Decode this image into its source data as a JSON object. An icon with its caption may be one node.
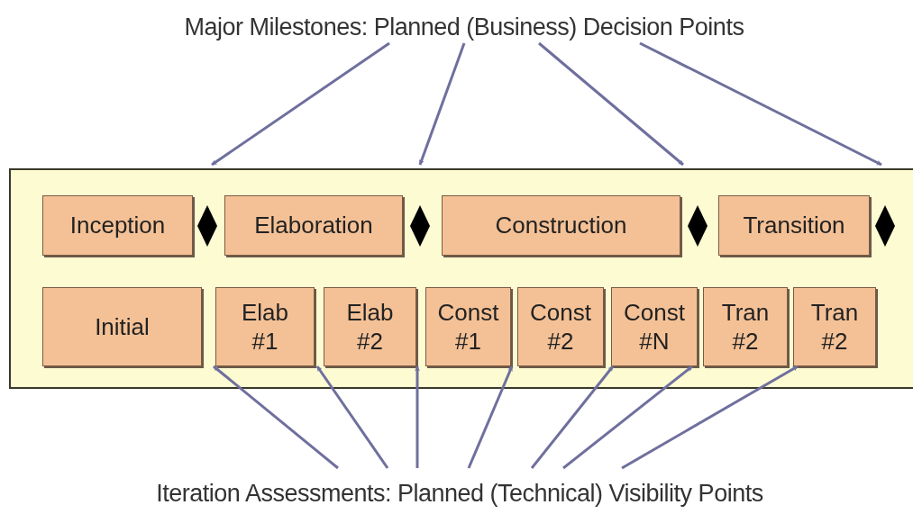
{
  "diagram": {
    "nodes": [
      {
        "text": [
          "Major Milestones: Planned (Business) Decision Points"
        ]
      },
      {
        "text": [],
        "shape": "box"
      },
      {
        "text": [
          "Inception"
        ],
        "in": 1
      },
      {
        "text": [],
        "shape": "diamond",
        "in": 1
      },
      {
        "text": [
          "Elaboration"
        ],
        "in": 1
      },
      {
        "text": [],
        "shape": "diamond",
        "in": 1
      },
      {
        "text": [
          "Construction"
        ],
        "in": 1
      },
      {
        "text": [],
        "shape": "diamond",
        "in": 1
      },
      {
        "text": [
          "Transition"
        ],
        "in": 1
      },
      {
        "text": [],
        "shape": "diamond",
        "in": 1
      },
      {
        "text": [
          "Initial"
        ],
        "in": 1
      },
      {
        "text": [
          "Elab #1"
        ],
        "in": 1
      },
      {
        "text": [
          "Elab #2"
        ],
        "in": 1
      },
      {
        "text": [
          "Const #1"
        ],
        "in": 1
      },
      {
        "text": [
          "Const #2"
        ],
        "in": 1
      },
      {
        "text": [
          "Const #N"
        ],
        "in": 1
      },
      {
        "text": [
          "Tran #2"
        ],
        "in": 1
      },
      {
        "text": [
          "Tran #2"
        ],
        "in": 1
      },
      {
        "text": [
          "Iteration Assessments: Planned (Technical) Visibility Points"
        ]
      }
    ],
    "edges": [
      {
        "from": 0,
        "to": 1,
        "arrow": "to"
      },
      {
        "from": 0,
        "to": 1,
        "arrow": "to"
      },
      {
        "from": 0,
        "to": 1,
        "arrow": "to"
      },
      {
        "from": 0,
        "to": 1,
        "arrow": "to"
      },
      {
        "from": 18,
        "to": 11,
        "arrow": "to"
      },
      {
        "from": 18,
        "to": 12,
        "arrow": "to"
      },
      {
        "from": 18,
        "to": 13,
        "arrow": "to"
      },
      {
        "from": 18,
        "to": 14,
        "arrow": "to"
      },
      {
        "from": 18,
        "to": 15,
        "arrow": "to"
      },
      {
        "from": 18,
        "to": 16,
        "arrow": "to"
      },
      {
        "from": 18,
        "to": 17,
        "arrow": "to"
      }
    ]
  }
}
